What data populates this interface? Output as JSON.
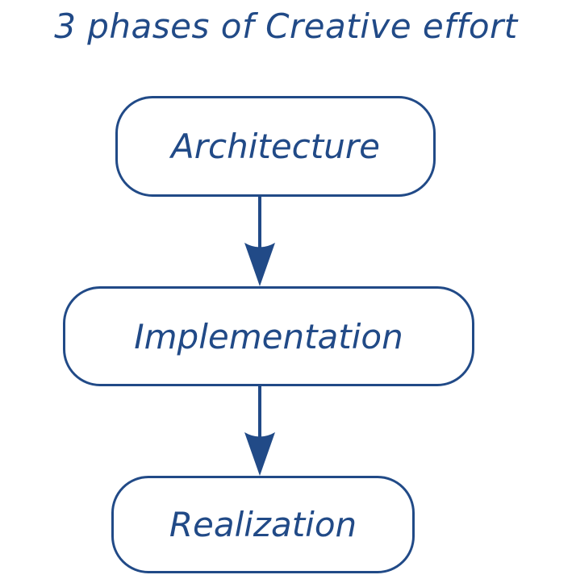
{
  "title": "3 phases of Creative effort",
  "nodes": [
    {
      "label": "Architecture"
    },
    {
      "label": "Implementation"
    },
    {
      "label": "Realization"
    }
  ],
  "edges": [
    {
      "from": "Architecture",
      "to": "Implementation"
    },
    {
      "from": "Implementation",
      "to": "Realization"
    }
  ],
  "colors": {
    "stroke": "#214a87",
    "background": "#ffffff"
  }
}
